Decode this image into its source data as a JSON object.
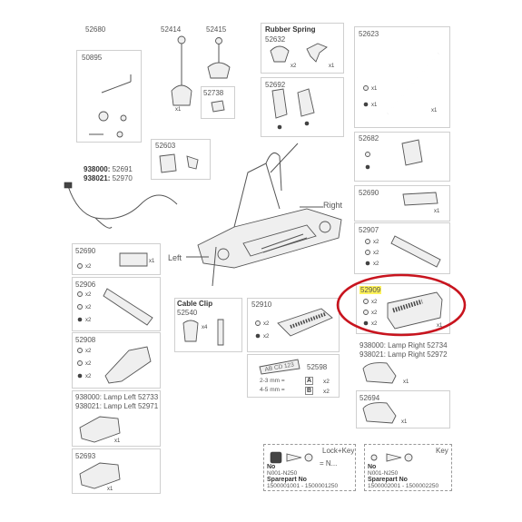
{
  "parts": {
    "p52680": "52680",
    "p52414": "52414",
    "p52415": "52415",
    "p52738": "52738",
    "p50895": "50895",
    "rubber_spring_title": "Rubber Spring",
    "p52632": "52632",
    "p52692": "52692",
    "p52623": "52623",
    "p52603": "52603",
    "p52682": "52682",
    "lamp_938000_code": "938000:",
    "lamp_938000_part": "52691",
    "lamp_938021_code": "938021:",
    "lamp_938021_part": "52970",
    "right_label": "Right",
    "left_label": "Left",
    "p52690_right": "52690",
    "p52907": "52907",
    "p52690_left": "52690",
    "p52906": "52906",
    "cable_clip_title": "Cable Clip",
    "p52540": "52540",
    "p52910": "52910",
    "p52909": "52909",
    "lamp_right_1": "938000: Lamp Right 52734",
    "lamp_right_2": "938021: Lamp Right 52972",
    "p52908": "52908",
    "p52598": "52598",
    "plate_text": "AB CD 123",
    "size_a": "2-3 mm =",
    "size_b": "4-5 mm =",
    "plate_a": "A",
    "plate_b": "B",
    "p52694": "52694",
    "lamp_left_1": "938000: Lamp Left 52733",
    "lamp_left_2": "938021: Lamp Left 52971",
    "p52693": "52693",
    "x1": "x1",
    "x2": "x2",
    "x4": "x4"
  },
  "lock_key": {
    "title": "Lock+Key",
    "eq": "= N...",
    "no_label": "No",
    "no_value": "N001-N250",
    "spare_label": "Sparepart No",
    "spare_value": "1500001001 - 1500001250"
  },
  "key": {
    "title": "Key",
    "no_label": "No",
    "no_value": "N001-N250",
    "spare_label": "Sparepart No",
    "spare_value": "1500002001 - 1500002250"
  },
  "highlight": {
    "part": "52909",
    "circle_color": "#c8141e",
    "label_bg": "#fff35a"
  }
}
